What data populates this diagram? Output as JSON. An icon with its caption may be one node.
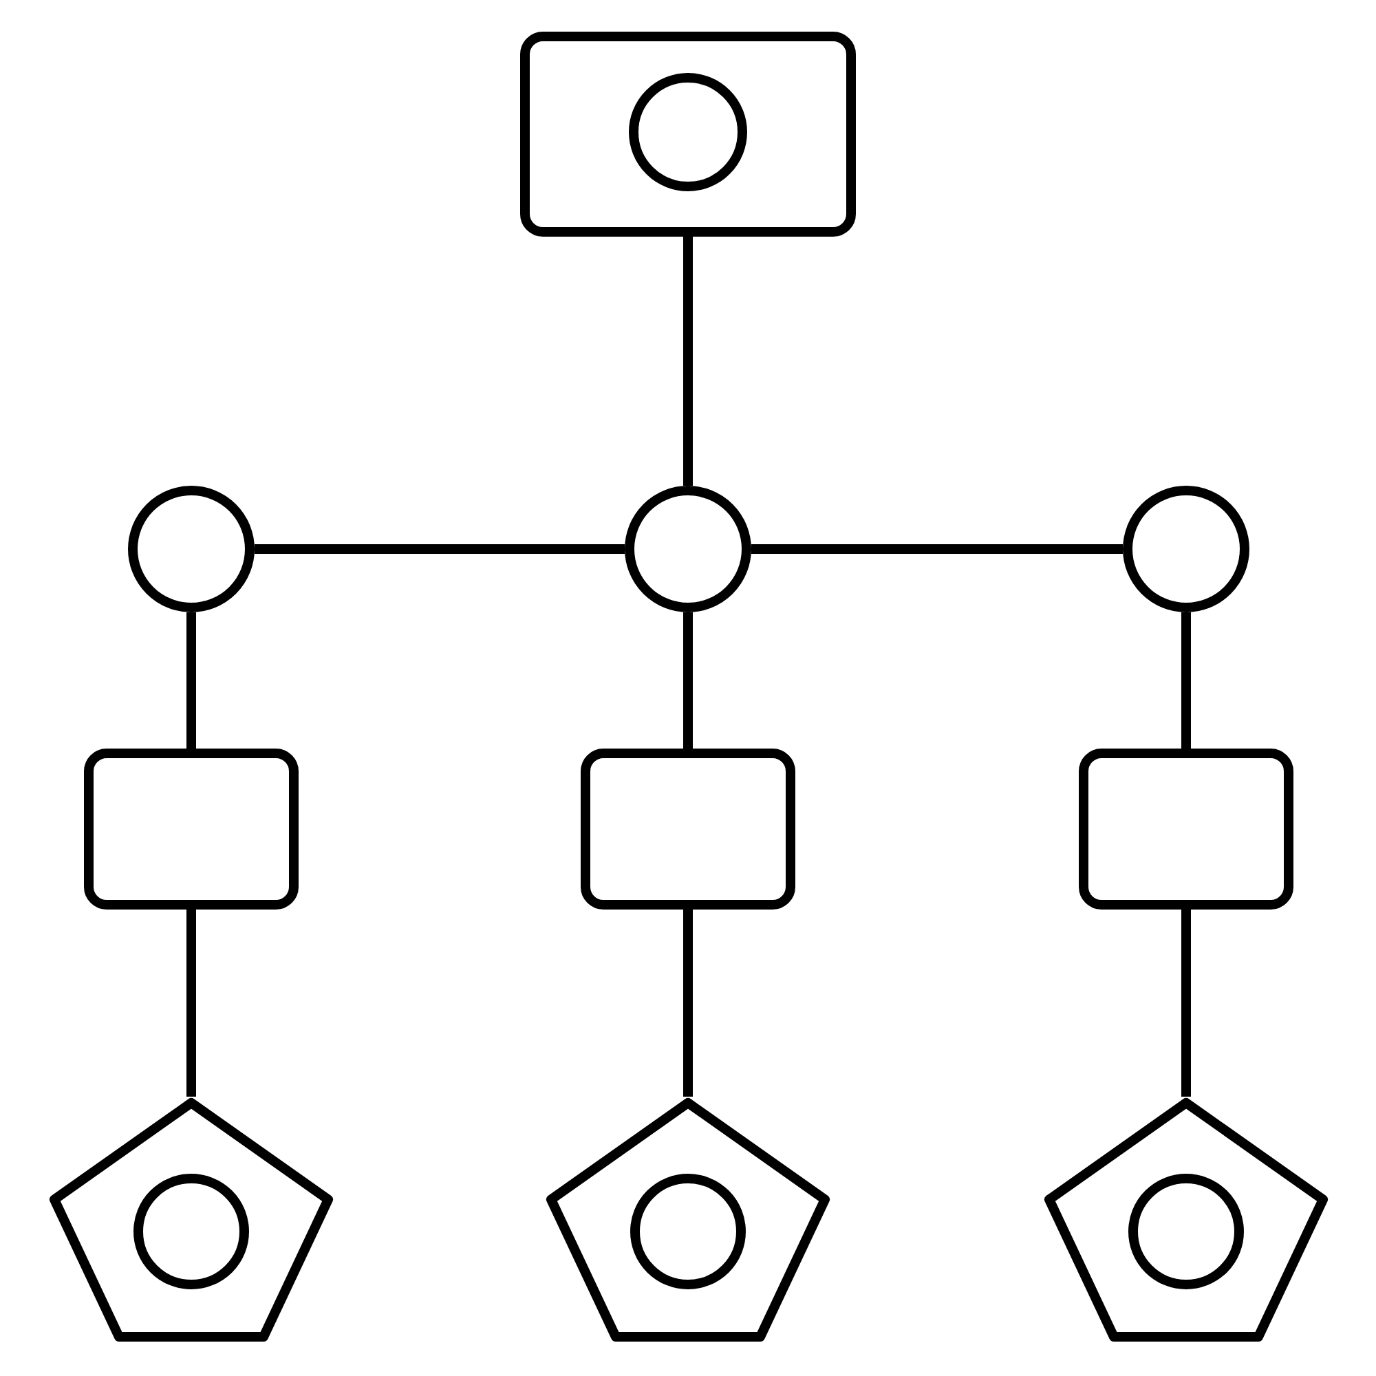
{
  "diagram": {
    "nodes": [
      {
        "text": [],
        "shape": "box"
      },
      {
        "text": [],
        "shape": "circle",
        "in": 0
      },
      {
        "text": [],
        "shape": "circle"
      },
      {
        "text": [],
        "shape": "circle"
      },
      {
        "text": [],
        "shape": "circle"
      },
      {
        "text": [],
        "shape": "box"
      },
      {
        "text": [],
        "shape": "box"
      },
      {
        "text": [],
        "shape": "box"
      },
      {
        "text": [],
        "shape": "pentagon"
      },
      {
        "text": [],
        "shape": "circle",
        "in": 8
      },
      {
        "text": [],
        "shape": "pentagon"
      },
      {
        "text": [],
        "shape": "circle",
        "in": 10
      },
      {
        "text": [],
        "shape": "pentagon"
      },
      {
        "text": [],
        "shape": "circle",
        "in": 12
      }
    ],
    "edges": [
      {
        "from": 0,
        "to": 3,
        "arrow": "none"
      },
      {
        "from": 2,
        "to": 3,
        "arrow": "none"
      },
      {
        "from": 3,
        "to": 4,
        "arrow": "none"
      },
      {
        "from": 2,
        "to": 5,
        "arrow": "none"
      },
      {
        "from": 3,
        "to": 6,
        "arrow": "none"
      },
      {
        "from": 4,
        "to": 7,
        "arrow": "none"
      },
      {
        "from": 5,
        "to": 8,
        "arrow": "none"
      },
      {
        "from": 6,
        "to": 10,
        "arrow": "none"
      },
      {
        "from": 7,
        "to": 12,
        "arrow": "none"
      }
    ]
  }
}
